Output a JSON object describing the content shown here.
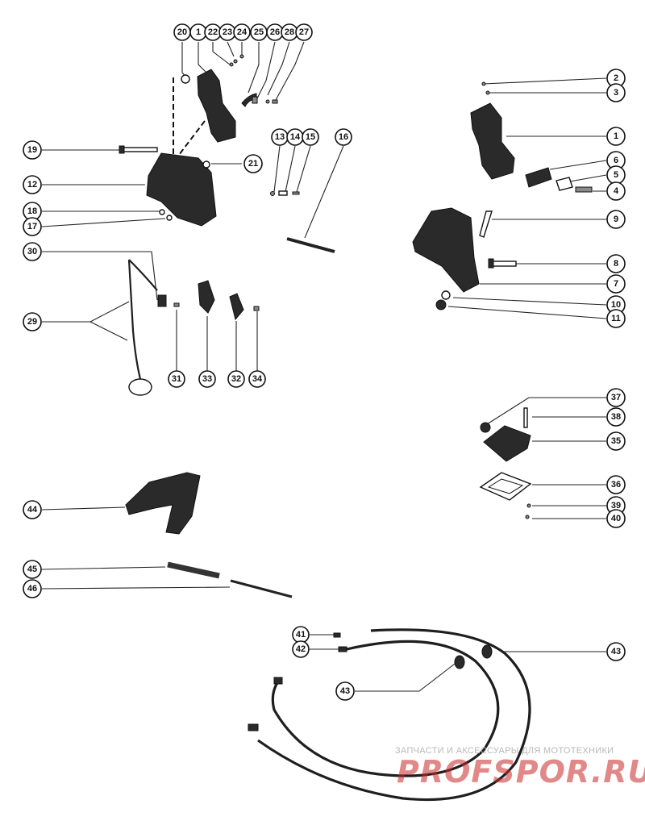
{
  "diagram": {
    "callouts": [
      {
        "id": "c20",
        "label": "20"
      },
      {
        "id": "c1a",
        "label": "1"
      },
      {
        "id": "c22",
        "label": "22"
      },
      {
        "id": "c23",
        "label": "23"
      },
      {
        "id": "c24",
        "label": "24"
      },
      {
        "id": "c25",
        "label": "25"
      },
      {
        "id": "c26",
        "label": "26"
      },
      {
        "id": "c28",
        "label": "28"
      },
      {
        "id": "c27",
        "label": "27"
      },
      {
        "id": "c19",
        "label": "19"
      },
      {
        "id": "c21",
        "label": "21"
      },
      {
        "id": "c12",
        "label": "12"
      },
      {
        "id": "c18",
        "label": "18"
      },
      {
        "id": "c17",
        "label": "17"
      },
      {
        "id": "c13",
        "label": "13"
      },
      {
        "id": "c14",
        "label": "14"
      },
      {
        "id": "c15",
        "label": "15"
      },
      {
        "id": "c16",
        "label": "16"
      },
      {
        "id": "c2",
        "label": "2"
      },
      {
        "id": "c3",
        "label": "3"
      },
      {
        "id": "c1b",
        "label": "1"
      },
      {
        "id": "c6",
        "label": "6"
      },
      {
        "id": "c5",
        "label": "5"
      },
      {
        "id": "c4",
        "label": "4"
      },
      {
        "id": "c9",
        "label": "9"
      },
      {
        "id": "c8",
        "label": "8"
      },
      {
        "id": "c7",
        "label": "7"
      },
      {
        "id": "c10",
        "label": "10"
      },
      {
        "id": "c11",
        "label": "11"
      },
      {
        "id": "c30",
        "label": "30"
      },
      {
        "id": "c29",
        "label": "29"
      },
      {
        "id": "c31",
        "label": "31"
      },
      {
        "id": "c33",
        "label": "33"
      },
      {
        "id": "c32",
        "label": "32"
      },
      {
        "id": "c34",
        "label": "34"
      },
      {
        "id": "c37",
        "label": "37"
      },
      {
        "id": "c38",
        "label": "38"
      },
      {
        "id": "c35",
        "label": "35"
      },
      {
        "id": "c36",
        "label": "36"
      },
      {
        "id": "c39",
        "label": "39"
      },
      {
        "id": "c40",
        "label": "40"
      },
      {
        "id": "c44",
        "label": "44"
      },
      {
        "id": "c45",
        "label": "45"
      },
      {
        "id": "c46",
        "label": "46"
      },
      {
        "id": "c41",
        "label": "41"
      },
      {
        "id": "c42",
        "label": "42"
      },
      {
        "id": "c43a",
        "label": "43"
      },
      {
        "id": "c43b",
        "label": "43"
      }
    ]
  },
  "watermark": {
    "tagline": "ЗАПЧАСТИ И АКСЕССУАРЫ ДЛЯ МОТОТЕХНИКИ",
    "logo": "PROFSPOR.RU"
  }
}
